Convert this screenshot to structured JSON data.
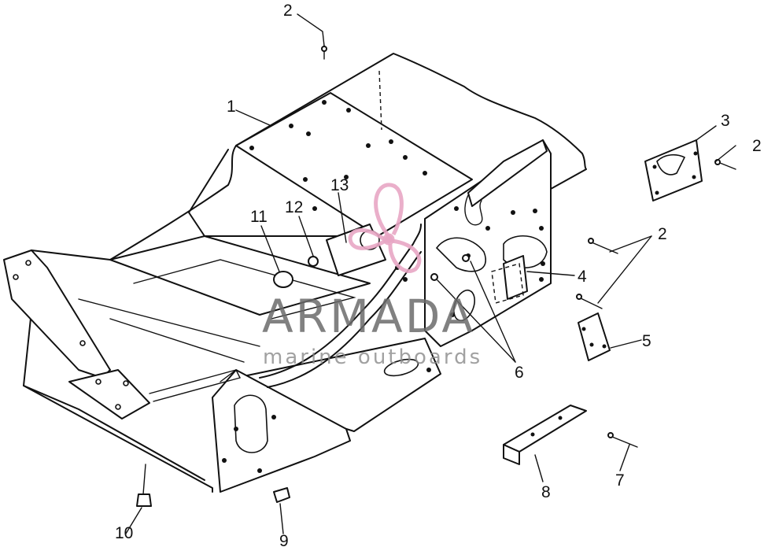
{
  "callouts": [
    {
      "label": "1"
    },
    {
      "label": "2"
    },
    {
      "label": "2"
    },
    {
      "label": "2"
    },
    {
      "label": "3"
    },
    {
      "label": "4"
    },
    {
      "label": "5"
    },
    {
      "label": "6"
    },
    {
      "label": "7"
    },
    {
      "label": "8"
    },
    {
      "label": "9"
    },
    {
      "label": "10"
    },
    {
      "label": "11"
    },
    {
      "label": "12"
    },
    {
      "label": "13"
    }
  ],
  "watermark": {
    "title": "ARMADA",
    "subtitle": "marine outboards",
    "logo_icon": "propeller-icon",
    "logo_color": "#e8a6c4"
  }
}
